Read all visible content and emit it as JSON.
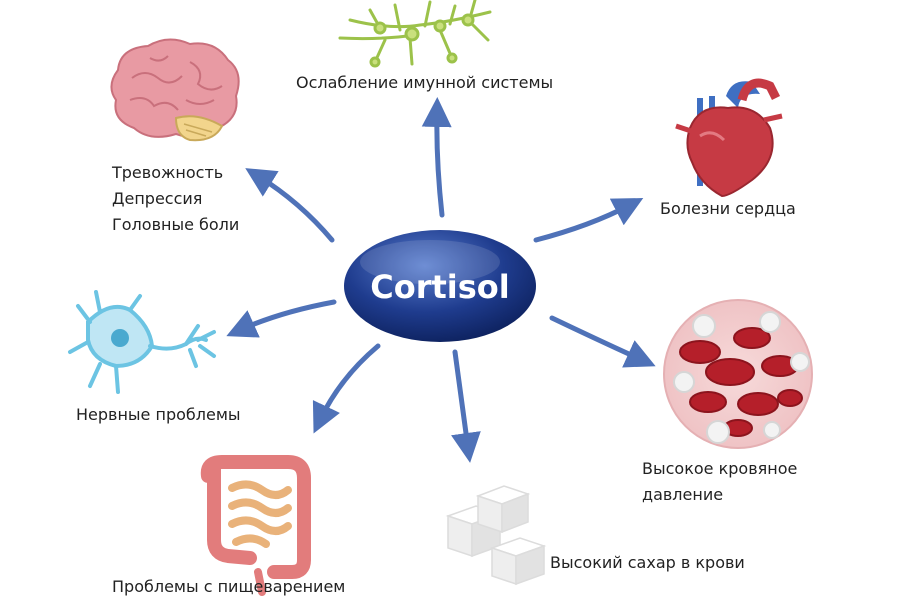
{
  "center": {
    "label": "Cortisol"
  },
  "effects": {
    "immune": {
      "label": "Ослабление имунной системы",
      "icon": "immune-cells-icon"
    },
    "mental": {
      "lines": [
        "Тревожность",
        "Депрессия",
        "Головные боли"
      ],
      "icon": "brain-icon"
    },
    "heart": {
      "label": "Болезни сердца",
      "icon": "heart-icon"
    },
    "nerves": {
      "label": "Нервные проблемы",
      "icon": "neuron-icon"
    },
    "blood_pressure": {
      "lines": [
        "Высокое кровяное",
        "давление"
      ],
      "icon": "blood-cells-icon"
    },
    "digestion": {
      "label": "Проблемы с пищеварением",
      "icon": "intestines-icon"
    },
    "blood_sugar": {
      "label": "Высокий сахар в крови",
      "icon": "sugar-cubes-icon"
    }
  },
  "colors": {
    "arrow": "#4f72b8",
    "center_fill_dark": "#0e2566",
    "center_fill_light": "#3f63b6",
    "center_text": "#ffffff",
    "brain": "#e89aa3",
    "heart": "#c63a44",
    "neuron": "#6cc4e3",
    "blood_cell": "#b51f2a",
    "intestine": "#e27c7c",
    "immune_cell": "#9cc24a"
  }
}
